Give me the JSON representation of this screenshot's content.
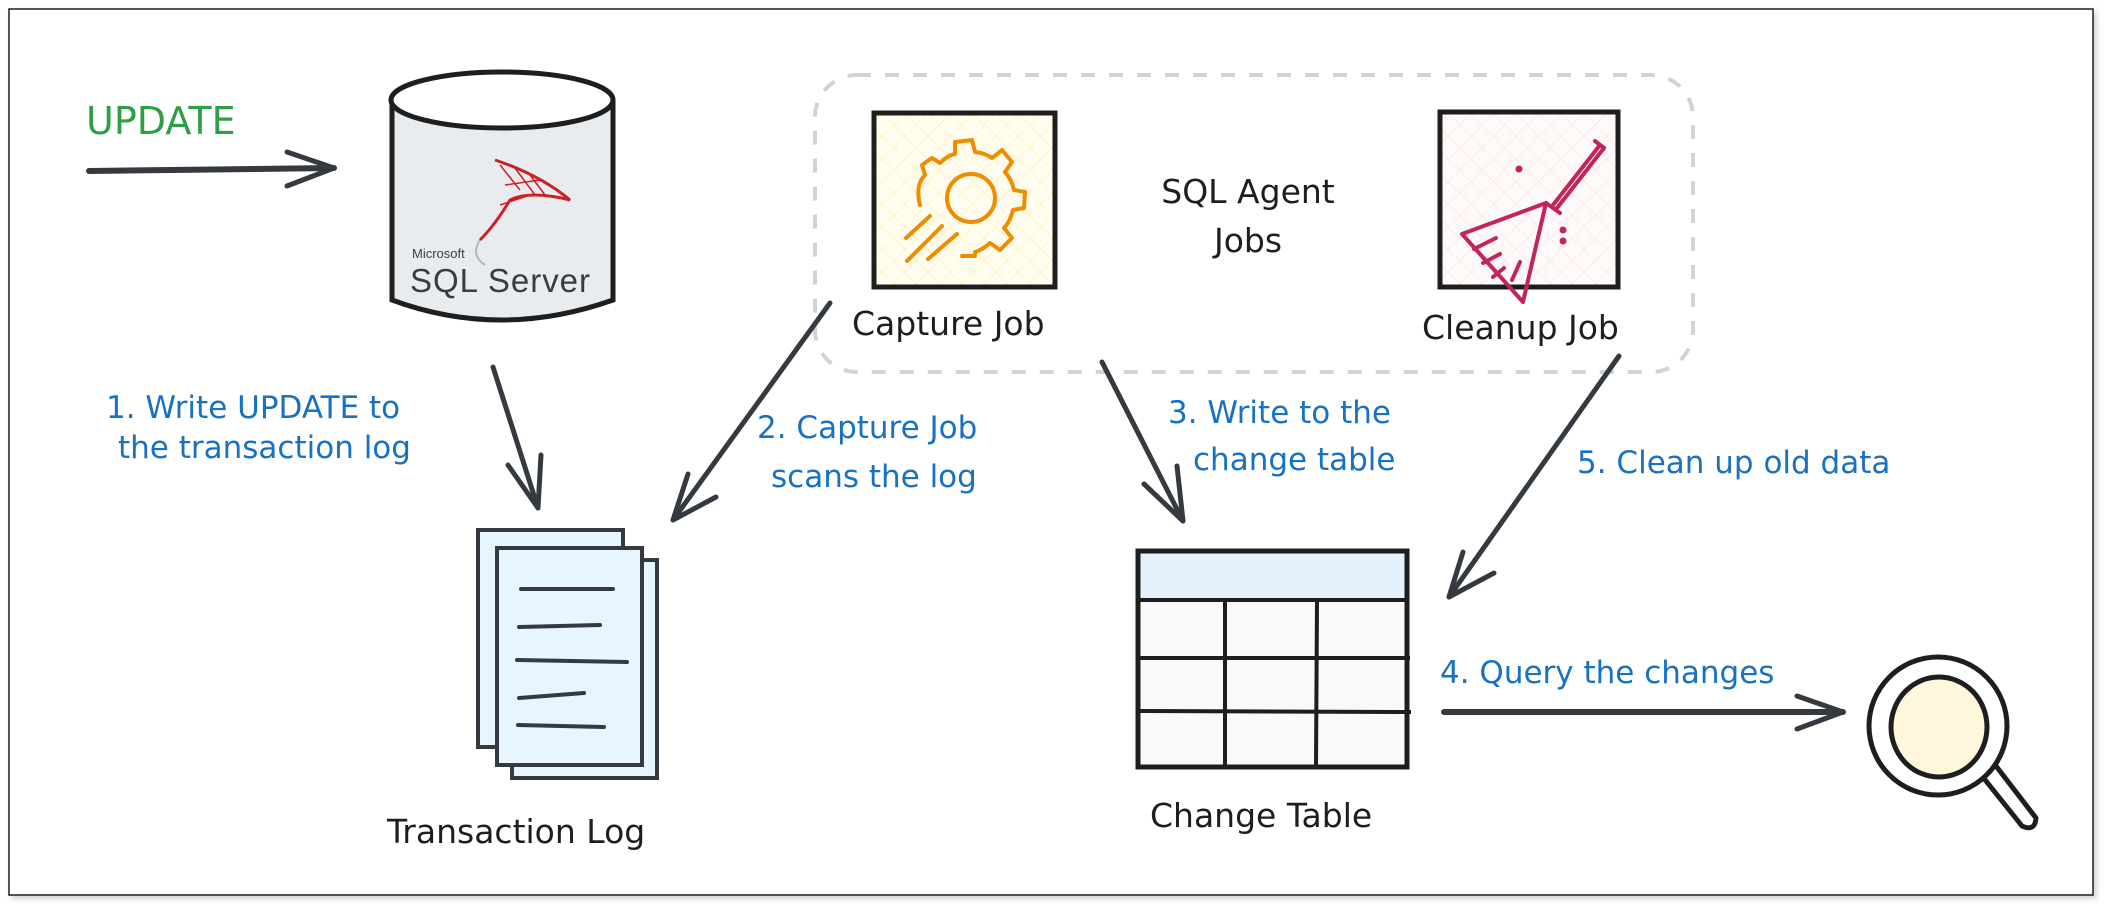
{
  "diagram": {
    "title": "SQL Server Change Data Capture flow",
    "input_label": "UPDATE",
    "nodes": {
      "sql_server": {
        "brand_small": "Microsoft",
        "brand_main": "SQL Server",
        "icon": "database-cylinder-icon"
      },
      "transaction_log": {
        "label": "Transaction Log",
        "icon": "document-stack-icon"
      },
      "agent_group": {
        "line1": "SQL Agent",
        "line2": "Jobs"
      },
      "capture_job": {
        "label": "Capture Job",
        "icon": "gear-icon"
      },
      "cleanup_job": {
        "label": "Cleanup Job",
        "icon": "broom-icon"
      },
      "change_table": {
        "label": "Change Table",
        "icon": "table-icon",
        "columns": 3,
        "body_rows": 3
      },
      "query": {
        "icon": "magnifier-icon"
      }
    },
    "steps": [
      {
        "number": "1",
        "line1": "1. Write UPDATE to",
        "line2": "the transaction log"
      },
      {
        "number": "2",
        "line1": "2. Capture Job",
        "line2": "scans the log"
      },
      {
        "number": "3",
        "line1": "3. Write to the",
        "line2": "change table"
      },
      {
        "number": "4",
        "line1": "4. Query the changes"
      },
      {
        "number": "5",
        "line1": "5. Clean up old data"
      }
    ],
    "colors": {
      "stroke": "#343a40",
      "step_text": "#1971c2",
      "input_text": "#2f9e44",
      "group_border": "#ced4da",
      "capture_icon": "#f08c00",
      "capture_fill": "#fff9db",
      "cleanup_icon": "#c2255c",
      "cleanup_fill": "#fff0f0",
      "doc_fill": "#e7f5ff",
      "table_header": "#e3f2fc",
      "table_body": "#f8f9fa",
      "lens_fill": "#fff7dc",
      "cylinder_fill": "#e9ecef"
    }
  }
}
